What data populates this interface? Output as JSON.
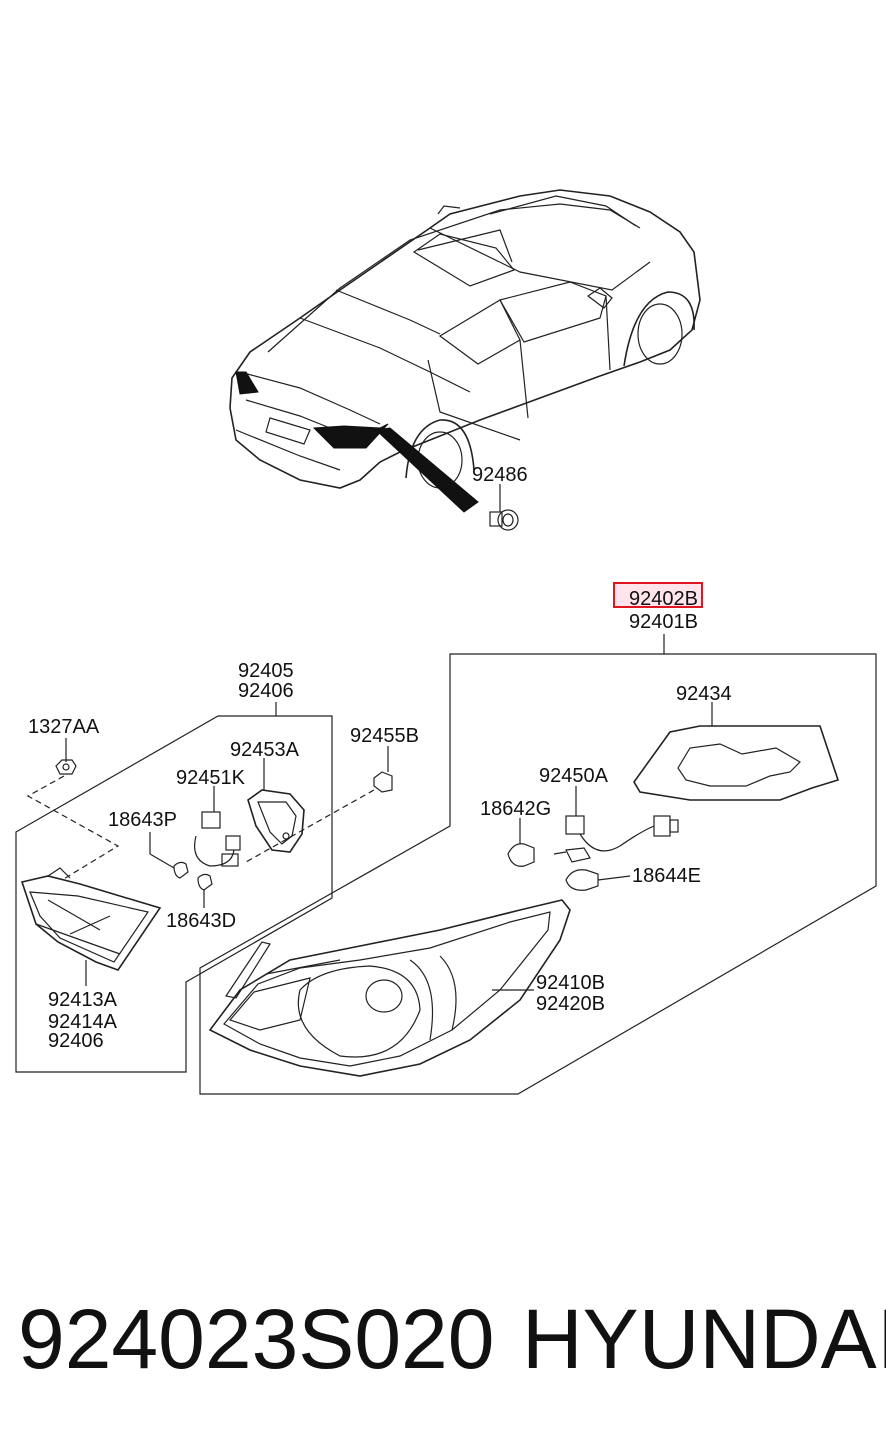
{
  "labels": {
    "p92486": "92486",
    "p92402B": "92402B",
    "p92401B": "92401B",
    "p92405": "92405",
    "p92406_top": "92406",
    "p1327AA": "1327AA",
    "p92453A": "92453A",
    "p92455B": "92455B",
    "p92451K": "92451K",
    "p18643P": "18643P",
    "p18643D": "18643D",
    "p92413A": "92413A",
    "p92414A": "92414A",
    "p92406_bottom": "92406",
    "p92434": "92434",
    "p92450A": "92450A",
    "p18642G": "18642G",
    "p18644E": "18644E",
    "p92410B": "92410B",
    "p92420B": "92420B"
  },
  "highlighted_part": "92402B",
  "colors": {
    "highlight_border": "#e0151f",
    "highlight_fill": "#ffe4ec",
    "ink": "#111111"
  },
  "footer": {
    "part_number": "924023S020",
    "brand": "HYUNDAI"
  }
}
